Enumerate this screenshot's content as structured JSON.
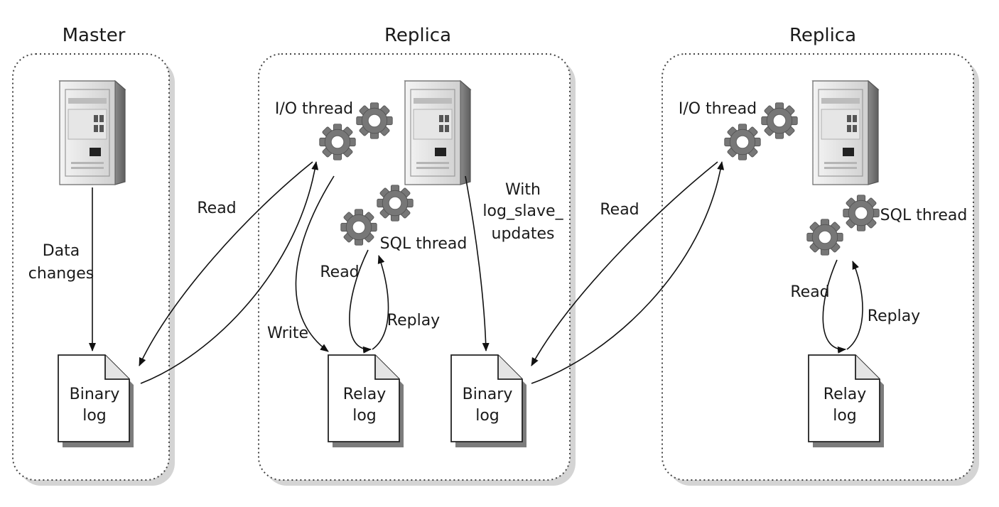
{
  "sections": {
    "master": {
      "title": "Master"
    },
    "replica1": {
      "title": "Replica"
    },
    "replica2": {
      "title": "Replica"
    }
  },
  "master": {
    "data_changes_line1": "Data",
    "data_changes_line2": "changes",
    "binary_log_line1": "Binary",
    "binary_log_line2": "log"
  },
  "replica1": {
    "io_thread": "I/O thread",
    "sql_thread": "SQL thread",
    "read_from_master": "Read",
    "write": "Write",
    "read": "Read",
    "replay": "Replay",
    "with_line1": "With",
    "with_line2": "log_slave_",
    "with_line3": "updates",
    "relay_log_line1": "Relay",
    "relay_log_line2": "log",
    "binary_log_line1": "Binary",
    "binary_log_line2": "log"
  },
  "replica2": {
    "io_thread": "I/O thread",
    "sql_thread": "SQL thread",
    "read_from_replica": "Read",
    "read": "Read",
    "replay": "Replay",
    "relay_log_line1": "Relay",
    "relay_log_line2": "log"
  }
}
